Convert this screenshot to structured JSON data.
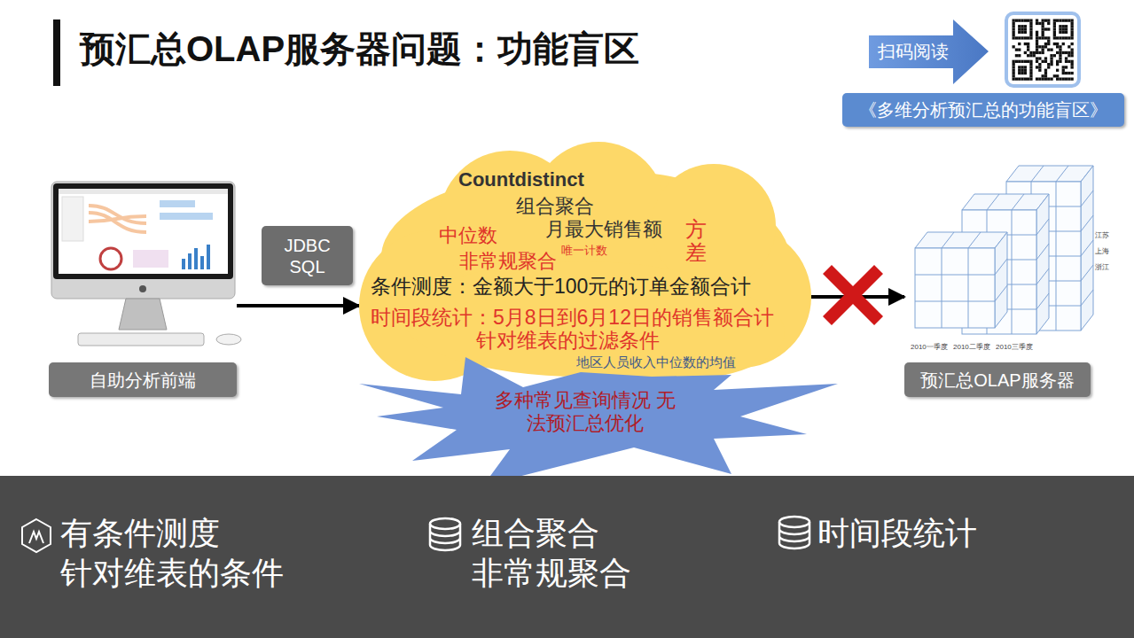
{
  "diagram": {
    "title": "预汇总OLAP服务器问题：功能盲区",
    "nodes": [
      {
        "text": [
          "扫码阅读"
        ]
      },
      {
        "text": [
          "《多维分析预汇总的功能盲区》"
        ]
      },
      {
        "text": [
          "自助分析前端"
        ]
      },
      {
        "text": [
          "JDBC SQL"
        ]
      },
      {
        "text": [
          "Countdistinct",
          "组合聚合",
          "月最大销售额",
          "中位数",
          "非常规聚合",
          "唯一计数",
          "方差",
          "条件测度：金额大于100元的订单金额合计",
          "时间段统计：5月8日到6月12日的销售额合计",
          "针对维表的过滤条件",
          "地区人员收入中位数的均值"
        ]
      },
      {
        "text": [
          "多种常见查询情况 无法预汇总优化"
        ]
      },
      {
        "text": [
          "预汇总OLAP服务器"
        ]
      },
      {
        "text": [
          "有条件测度 针对维表的条件",
          "组合聚合 非常规聚合",
          "时间段统计"
        ]
      }
    ],
    "edges": [
      {
        "from": 2,
        "to": 4,
        "arrow": "to"
      },
      {
        "from": 4,
        "to": 6,
        "arrow": "to"
      }
    ],
    "labels": [
      "江苏",
      "上海",
      "浙江",
      "2010一季度",
      "2010二季度",
      "2010三季度"
    ]
  }
}
